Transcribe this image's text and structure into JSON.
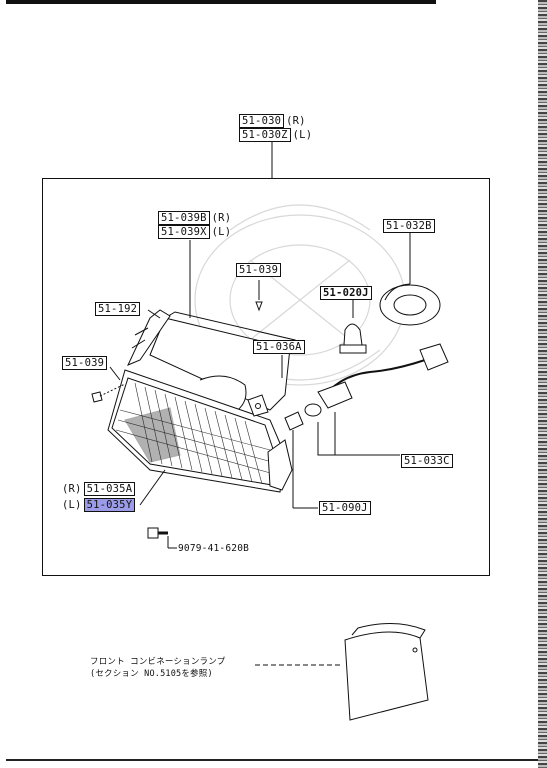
{
  "labels": {
    "assembly_r": "51-030",
    "assembly_r_side": "(R)",
    "assembly_l": "51-030Z",
    "assembly_l_side": "(L)",
    "p039b": "51-039B",
    "p039b_side": "(R)",
    "p039x": "51-039X",
    "p039x_side": "(L)",
    "p039_top": "51-039",
    "p032b": "51-032B",
    "p020j": "51-020J",
    "p192": "51-192",
    "p036a": "51-036A",
    "p039_left": "51-039",
    "p033c": "51-033C",
    "p035a_side": "(R)",
    "p035a": "51-035A",
    "p035y_side": "(L)",
    "p035y": "51-035Y",
    "p090j": "51-090J",
    "bolt": "9079-41-620B",
    "note_line1": "フロント コンビネーションランプ",
    "note_line2": "(セクション NO.5105を参照)"
  },
  "colors": {
    "highlight": "#9b9be8",
    "ink": "#111111"
  }
}
